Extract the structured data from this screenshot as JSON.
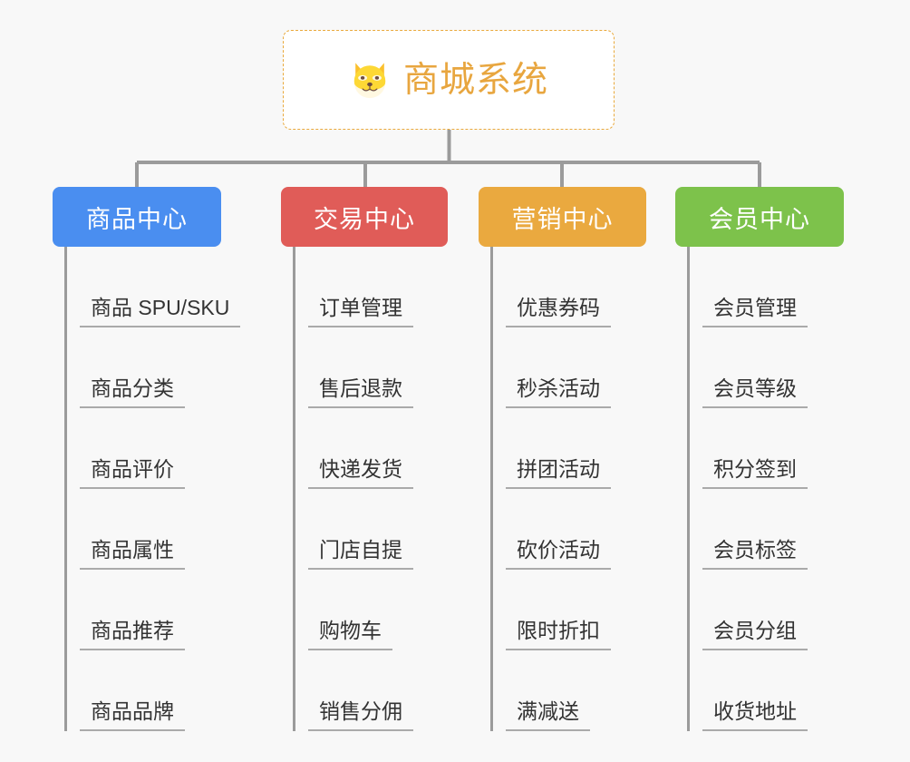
{
  "diagram": {
    "type": "mindmap-tree",
    "background_color": "#f8f8f8",
    "connector_color": "#9b9b9b",
    "root": {
      "title": "商城系统",
      "icon": "shiba-dog-face-icon",
      "text_color": "#e8a63f",
      "border_color": "#e9a93c",
      "background_color": "#ffffff"
    },
    "branches": [
      {
        "label": "商品中心",
        "color": "#4a8ef0",
        "leaves": [
          "商品 SPU/SKU",
          "商品分类",
          "商品评价",
          "商品属性",
          "商品推荐",
          "商品品牌"
        ]
      },
      {
        "label": "交易中心",
        "color": "#e05c58",
        "leaves": [
          "订单管理",
          "售后退款",
          "快递发货",
          "门店自提",
          "购物车",
          "销售分佣"
        ]
      },
      {
        "label": "营销中心",
        "color": "#eaa93f",
        "leaves": [
          "优惠券码",
          "秒杀活动",
          "拼团活动",
          "砍价活动",
          "限时折扣",
          "满减送"
        ]
      },
      {
        "label": "会员中心",
        "color": "#7dc košice"
      }
    ]
  }
}
